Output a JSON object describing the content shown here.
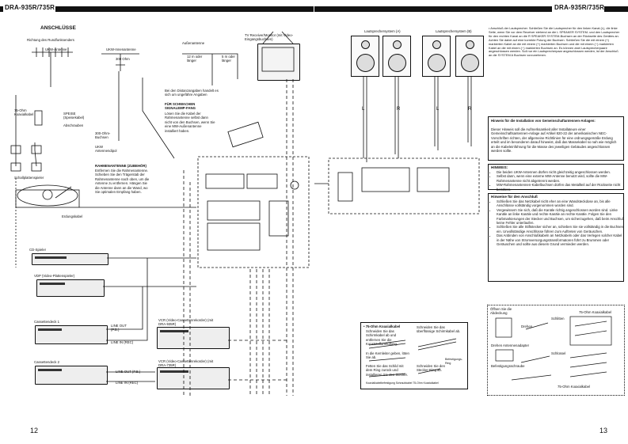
{
  "header": {
    "model_left": "DRA-935R/735R",
    "model_right": "DRA-935R/735R"
  },
  "left": {
    "title": "ANSCHLÜSSE",
    "rundfunk_label": "Richtung des Rundfunksenders",
    "ukw_antenne": "UKW-Antenne",
    "ukw_innenantenne": "UKW-Innenantenne",
    "ohm300": "300 Ohm",
    "aussenantenne": "Außenantenne",
    "dist_12m": "12 m oder länger",
    "dist_5m": "5 m oder länger",
    "dist_note": "Bei den Distanzangaben handelt es sich um ungefähre Angaben",
    "mw_title": "FÜR SCHWACHEN SIGNALEMP-FANG",
    "mw_text": "Lösen Sie die Kabel der Rahmenantenne selbst dann nicht von den Buchsen, wenn Sie eine MW-Außenantenne installiert haben.",
    "tv_label": "TV Receiver/Monitor (mit Video-Eingangsbuchsen)",
    "koax_75": "75-Ohm Koaxialkabel",
    "speise": "SPEISE (Speisekabel)",
    "abschrauben": "Abschrauben",
    "buchsen_300": "300-Ohm-Buchsen",
    "ukw_antennendipol": "UKW Antennendipol",
    "rahmen_title": "RAHMENANTENNE (ZUBEHÖR)",
    "rahmen_text": "Entfernen Sie die Rahmenantenne. Schieben Sie den Trägerstab der Rahmenantenne nach oben, um die Antenne zu entfernen. Hängen Sie die Antenne dann an die Wand, wo Sie optimalen Empfang haben.",
    "plattenspieler": "Schallplattenspieler",
    "erdungskabel": "Erdungskabel",
    "cd_spieler": "CD-Spieler",
    "vdp": "VDP (Video-Plattenspieler)",
    "cassette1": "Cassettendeck 1",
    "cassette2": "Cassettendeck 2",
    "line_out_pb": "LINE OUT (P.B.)",
    "line_in_rec": "LINE IN (REC)",
    "vcr1": "VCR (Video-Cassettenrekorder) (mit DRA-935R)",
    "vcr2": "VCR (Video-Cassettenrekorder) (mit DRA-735R)",
    "page_number": "12"
  },
  "right": {
    "lautsprecher_a": "Lautsprechersystem (A)",
    "lautsprecher_b": "Lautsprechersystem (B)",
    "ch_l": "L",
    "ch_r": "R",
    "speaker_text": "• Anschluß der Lautsprecher. Schließen Sie die Lautsprecher für den linken Kanal (L), die linke Seite, wenn Sie vor dem Receiver stehend an die L SPEAKER SYSTEM- und den Lautsprecher für den rechten Kanal an die R SPEAKER SYSTEM-Buchsen an der Rückseite des Gerätes an. Achten Sie dabei auf eine korrekte Polung der Buchsen. Schließen Sie die mit einem (+) markierten Kabel an die mit einem (+) markierten Buchsen und die mit einem (−) markierten Kabel an die mit einem (−) markierten Buchsen an. Es können zwei Lautsprecherpaare angeschlossen werden. Soll nur ein Lautsprecherpaar angeschlossen werden, ist der Anschluß an die SYSTEM A Buchsen vorzunehmen.",
    "ground_title": "Hinweis für die Installation von Gemeinschaftantennen-Anlagen:",
    "ground_text": "Dieser Hinweis soll die Aufmerksamkeit aller Installateure einer Gemeinschaftsantennen-Anlage auf Artikel 820-22 der amerikanischen NEC-Vorschriften richten, der allgemeine Richtlinien für eine ordnungsgemäße Erdung erteilt und im besonderen darauf hinweist, daß das Massekabel so nah wie möglich an die Kabeleinführung für die Masse des jeweiligen Gebäudes angeschlossen werden sollte.",
    "hinweis_title": "HINWEIS:",
    "hinweis_items": [
      "Die beiden UKW-Antennen dürfen nicht gleichzeitig angeschlossen werden.",
      "Selbst dann, wenn eine externe MW-Antenne benutzt wird, sollte die MW-Rahmenantenne nicht abgetrennt werden.",
      "MW-Rahmenantennen-Kabelbuchsen dürfen das Metallteil auf der Rückseite nicht berühren."
    ],
    "anschluss_title": "Hinweise für den Anschluß",
    "anschluss_items": [
      "Schließen Sie das Netzkabel nicht eher an eine Wandsteckdose an, bis alle Anschlüsse vollständig vorgenommen worden sind.",
      "Vergewissern Sie sich, daß die Kanäle richtig angeschlossen worden sind. Linke Kanäle an linke Kanäle und rechte Kanäle an rechte Kanäle. Folgen Sie den Farbmarkierungen der Stecker und Buchsen, um sicherzugehen, daß beim Anschluß keine Fehler unterlaufen.",
      "Schließen Sie alle Stiftstecker sicher an, schieben Sie sie vollständig in die Buchsen ein. Unvollständige Anschlüsse führen zum Auftreten von Geräuschen.",
      "Das Anbinden von Anschlußkabeln an Netzkabeln oder das Verlegen solcher Kabel in der Nähe von Stromversorgungstransformatoren führt zu Brummen oder Geräuschen und sollte aus diesem Grund vermieden werden."
    ],
    "koax_box_title": "• 75-Ohm Koaxialkabel",
    "koax_steps": [
      "Schneiden Sie das Schirmkabel ab und entfernen Sie die Kunststoffumhüllung.",
      "Schneiden Sie das überflüssige Schirmkabel ab.",
      "In die Kernleiter geben, löten Sie ab.",
      "Fetten Sie das Schild mit dem Ring zurück und installieren Sie den Stecker.",
      "Schneiden Sie den Stecker-Ring ab.",
      "Koaxialkabelbefestigung  Schraubkabel  75-Ohm Koaxialkabel"
    ],
    "befestigung_label": "Befestigungs-Ring",
    "diagram2_title": "Öffnen Sie die Abdeckung",
    "diagram2_koax": "75-Ohm Koaxialkabel",
    "diagram2_schlitten": "Schlitten",
    "diagram2_drehen": "Drehen",
    "diagram2_antennen": "Drehen  Antennenadapter",
    "diagram2_schluessel": "Schlüssel",
    "diagram2_befestigung": "Befestigungsschraube",
    "diagram2_koax2": "75-Ohm Koaxialkabel",
    "page_number": "13"
  }
}
